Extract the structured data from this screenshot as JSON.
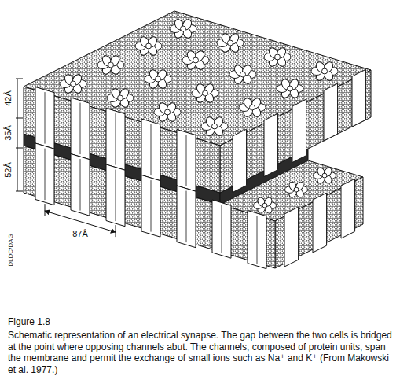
{
  "diagram": {
    "title": "Figure 1.8",
    "caption": "Schematic representation of an electrical synapse. The gap between the two cells is bridged at the point where opposing channels abut. The channels, composed of protein units, span the membrane and permit the exchange of small ions such as Na⁺ and K⁺ (From Makowski et al. 1977.)",
    "labels": [
      "42Å",
      "35Å",
      "52Å",
      "87Å",
      "DLDC/DAG"
    ]
  }
}
